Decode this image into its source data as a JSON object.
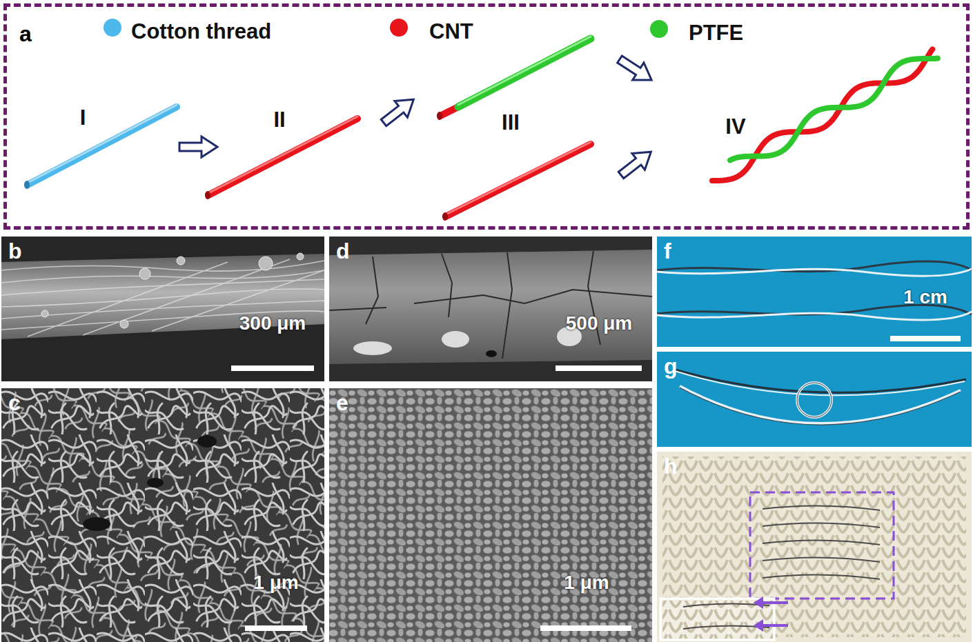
{
  "diagram": {
    "nodes": [
      {
        "text": [
          "a"
        ]
      },
      {
        "text": [
          "b",
          "300 μm"
        ]
      },
      {
        "text": [
          "c",
          "1 μm"
        ]
      },
      {
        "text": [
          "d",
          "500 μm"
        ]
      },
      {
        "text": [
          "e",
          "1 μm"
        ]
      },
      {
        "text": [
          "f",
          "1 cm"
        ]
      },
      {
        "text": [
          "g"
        ]
      },
      {
        "text": [
          "h"
        ]
      }
    ],
    "labels": [
      "I",
      "II",
      "III",
      "IV"
    ],
    "legend": [
      {
        "text": "Cotton thread",
        "color": "#4db8ec"
      },
      {
        "text": "CNT",
        "color": "#e8141c"
      },
      {
        "text": "PTFE",
        "color": "#2ec82e"
      }
    ]
  }
}
